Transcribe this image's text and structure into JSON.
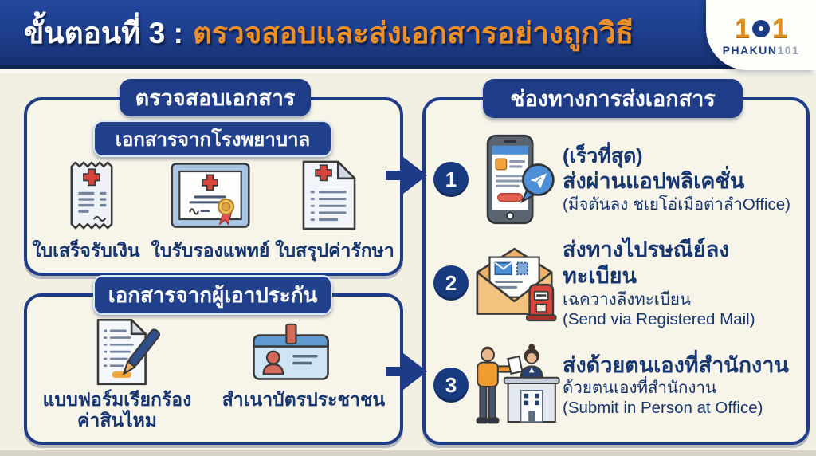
{
  "header": {
    "step_label": "ขั้นตอนที่ 3 :",
    "title": "ตรวจสอบและส่งเอกสารอย่างถูกวิธี",
    "logo": {
      "mark_left": "1",
      "mark_right": "1",
      "brand": "PHAKUN",
      "brand_number": "101"
    }
  },
  "left_panel": {
    "title": "ตรวจสอบเอกสาร",
    "hospital": {
      "title": "เอกสารจากโรงพยาบาล",
      "items": [
        {
          "icon": "receipt-icon",
          "label": "ใบเสร็จรับเงิน"
        },
        {
          "icon": "medical-certificate-icon",
          "label": "ใบรับรองแพทย์"
        },
        {
          "icon": "expense-summary-icon",
          "label": "ใบสรุปค่ารักษา"
        }
      ]
    },
    "insured": {
      "title": "เอกสารจากผู้เอาประกัน",
      "items": [
        {
          "icon": "claim-form-icon",
          "label_line1": "แบบฟอร์มเรียกร้อง",
          "label_line2": "ค่าสินไหม"
        },
        {
          "icon": "id-card-icon",
          "label_line1": "สำเนาบัตรประชาชน",
          "label_line2": ""
        }
      ]
    }
  },
  "right_panel": {
    "title": "ช่องทางการส่งเอกสาร",
    "channels": [
      {
        "number": "1",
        "icon": "mobile-app-icon",
        "pre": "(เร็วที่สุด)",
        "title": "ส่งผ่านแอปพลิเคชั่น",
        "sub1": "(มีจตันลง ชเยโอ่เมือต่าลำOffice)",
        "sub2": ""
      },
      {
        "number": "2",
        "icon": "registered-mail-icon",
        "pre": "",
        "title": "ส่งทางไปรษณีย์ลงทะเบียน",
        "sub1": "เฉควางลึงทะเบียน",
        "sub2": "(Send via Registered Mail)"
      },
      {
        "number": "3",
        "icon": "in-person-counter-icon",
        "pre": "",
        "title": "ส่งด้วยตนเองที่สำนักงาน",
        "sub1": "ด้วยตนเองที่สำนักงาน",
        "sub2": "(Submit in Person at Office)"
      }
    ]
  },
  "colors": {
    "navy": "#1d3c85",
    "navy_dark": "#16306b",
    "orange": "#ef8f26",
    "cream": "#f2efe3",
    "red": "#d8453c",
    "gold": "#e7a93f",
    "blue": "#4d8fd6"
  }
}
